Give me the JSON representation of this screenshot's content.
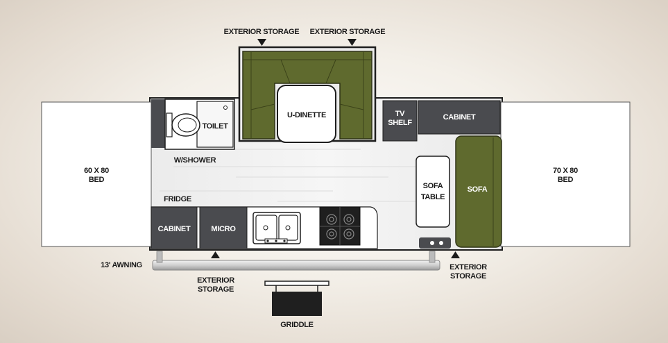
{
  "labels": {
    "ext_storage_top_left": "EXTERIOR STORAGE",
    "ext_storage_top_right": "EXTERIOR STORAGE",
    "u_dinette": "U-DINETTE",
    "toilet": "TOILET",
    "w_shower": "W/SHOWER",
    "tv_shelf_1": "TV",
    "tv_shelf_2": "SHELF",
    "cabinet_top": "CABINET",
    "bed_left_1": "60 X 80",
    "bed_left_2": "BED",
    "bed_right_1": "70 X 80",
    "bed_right_2": "BED",
    "sofa_table_1": "SOFA",
    "sofa_table_2": "TABLE",
    "sofa": "SOFA",
    "fridge": "FRIDGE",
    "cabinet_bottom": "CABINET",
    "micro": "MICRO",
    "awning": "13' AWNING",
    "ext_storage_bottom_1": "EXTERIOR",
    "ext_storage_bottom_2": "STORAGE",
    "ext_storage_right_1": "EXTERIOR",
    "ext_storage_right_2": "STORAGE",
    "griddle": "GRIDDLE"
  },
  "colors": {
    "olive": "#5f6a2e",
    "olive_dark": "#4a5322",
    "charcoal": "#4a4b4f",
    "outline": "#1e1e1e",
    "bed_fill": "#ffffff"
  }
}
